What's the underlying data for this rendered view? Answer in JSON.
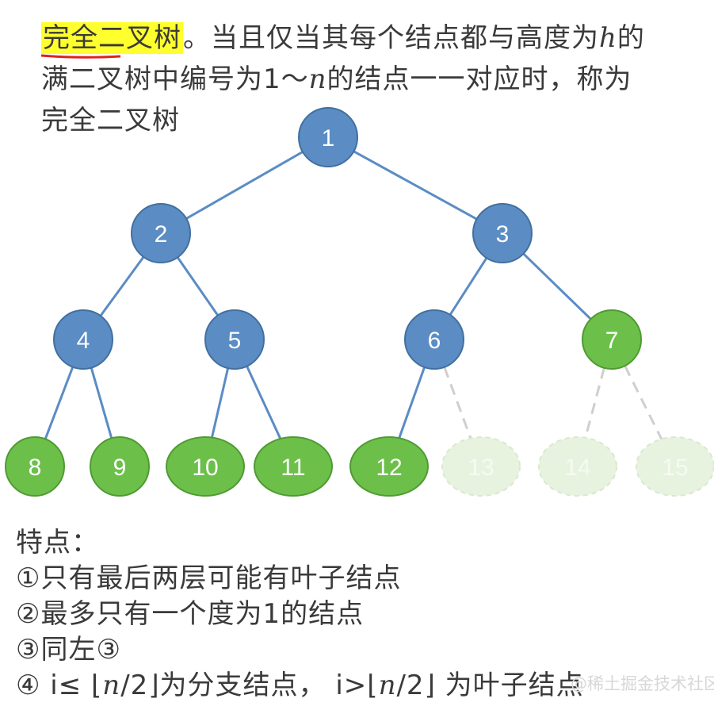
{
  "definition": {
    "term": "完全二叉树",
    "line1_rest_a": "。当且仅当其每个结点都与高度为",
    "h_symbol": "h",
    "line1_rest_b": "的",
    "line2_a": "满二叉树中编号为1～",
    "n_symbol": "n",
    "line2_b": "的结点一一对应时，称为",
    "line3": "完全二叉树",
    "highlight_color": "#ffff2e",
    "underline_color": "#e0201b"
  },
  "tree": {
    "colors": {
      "internal": "#5b8cc4",
      "leaf": "#6cc04a",
      "ghost": "#e8f3df",
      "edge": "#5b8cc4",
      "ghost_edge": "#cfcfcf"
    },
    "nodes": [
      {
        "label": "1",
        "kind": "internal"
      },
      {
        "label": "2",
        "kind": "internal"
      },
      {
        "label": "3",
        "kind": "internal"
      },
      {
        "label": "4",
        "kind": "internal"
      },
      {
        "label": "5",
        "kind": "internal"
      },
      {
        "label": "6",
        "kind": "internal"
      },
      {
        "label": "7",
        "kind": "leaf"
      },
      {
        "label": "8",
        "kind": "leaf"
      },
      {
        "label": "9",
        "kind": "leaf"
      },
      {
        "label": "10",
        "kind": "leaf"
      },
      {
        "label": "11",
        "kind": "leaf"
      },
      {
        "label": "12",
        "kind": "leaf"
      },
      {
        "label": "13",
        "kind": "ghost"
      },
      {
        "label": "14",
        "kind": "ghost"
      },
      {
        "label": "15",
        "kind": "ghost"
      }
    ]
  },
  "features": {
    "title": "特点：",
    "item1": "①只有最后两层可能有叶子结点",
    "item2": "②最多只有一个度为1的结点",
    "item3": "③同左③",
    "item4_a": "④ i≤ ⌊",
    "item4_n1": "n",
    "item4_b": "/2⌋为分支结点， i>⌊",
    "item4_n2": "n",
    "item4_c": "/2⌋ 为叶子结点"
  },
  "watermark": "@稀土掘金技术社区"
}
